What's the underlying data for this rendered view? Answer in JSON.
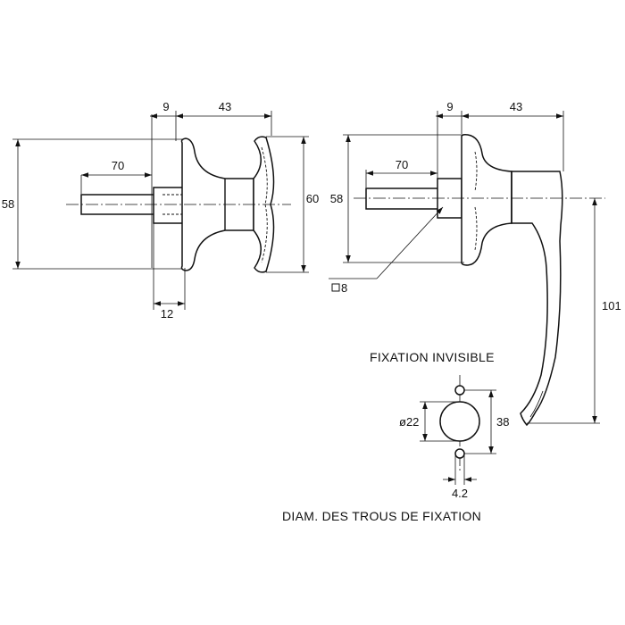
{
  "left_view": {
    "dim_flange": "9",
    "dim_depth": "43",
    "dim_shaft": "70",
    "dim_height": "58",
    "dim_grip": "60",
    "dim_boss": "12"
  },
  "right_view": {
    "dim_flange": "9",
    "dim_depth": "43",
    "dim_shaft": "70",
    "dim_height": "58",
    "dim_square": "8",
    "dim_lever": "101"
  },
  "fixing": {
    "title": "FIXATION INVISIBLE",
    "dim_hole": "ø22",
    "dim_spacing": "38",
    "dim_small": "4.2",
    "caption": "DIAM. DES TROUS DE FIXATION"
  }
}
